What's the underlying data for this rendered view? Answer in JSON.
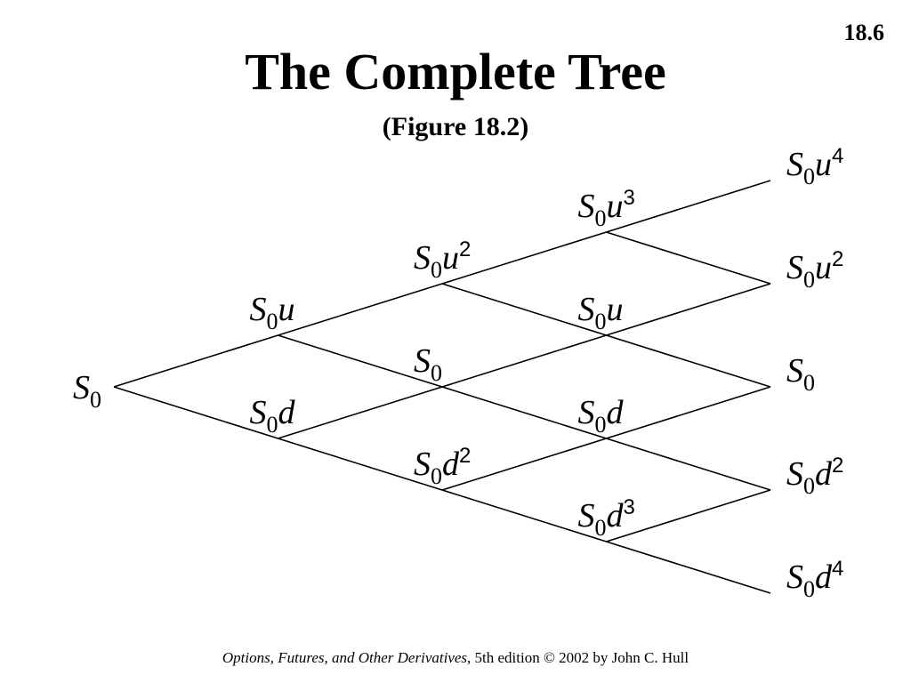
{
  "slide_number": "18.6",
  "title": "The Complete Tree",
  "subtitle": "(Figure 18.2)",
  "tree": {
    "nodes": [
      {
        "id": "n00",
        "step": 0,
        "ups": 0,
        "downs": 0,
        "base": "S",
        "sub": "0",
        "var": "",
        "sup": ""
      },
      {
        "id": "n11",
        "step": 1,
        "ups": 1,
        "downs": 0,
        "base": "S",
        "sub": "0",
        "var": "u",
        "sup": ""
      },
      {
        "id": "n10",
        "step": 1,
        "ups": 0,
        "downs": 1,
        "base": "S",
        "sub": "0",
        "var": "d",
        "sup": ""
      },
      {
        "id": "n22",
        "step": 2,
        "ups": 2,
        "downs": 0,
        "base": "S",
        "sub": "0",
        "var": "u",
        "sup": "2"
      },
      {
        "id": "n21",
        "step": 2,
        "ups": 1,
        "downs": 1,
        "base": "S",
        "sub": "0",
        "var": "",
        "sup": ""
      },
      {
        "id": "n20",
        "step": 2,
        "ups": 0,
        "downs": 2,
        "base": "S",
        "sub": "0",
        "var": "d",
        "sup": "2"
      },
      {
        "id": "n33",
        "step": 3,
        "ups": 3,
        "downs": 0,
        "base": "S",
        "sub": "0",
        "var": "u",
        "sup": "3"
      },
      {
        "id": "n32",
        "step": 3,
        "ups": 2,
        "downs": 1,
        "base": "S",
        "sub": "0",
        "var": "u",
        "sup": ""
      },
      {
        "id": "n31",
        "step": 3,
        "ups": 1,
        "downs": 2,
        "base": "S",
        "sub": "0",
        "var": "d",
        "sup": ""
      },
      {
        "id": "n30",
        "step": 3,
        "ups": 0,
        "downs": 3,
        "base": "S",
        "sub": "0",
        "var": "d",
        "sup": "3"
      },
      {
        "id": "n44",
        "step": 4,
        "ups": 4,
        "downs": 0,
        "base": "S",
        "sub": "0",
        "var": "u",
        "sup": "4"
      },
      {
        "id": "n43",
        "step": 4,
        "ups": 3,
        "downs": 1,
        "base": "S",
        "sub": "0",
        "var": "u",
        "sup": "2"
      },
      {
        "id": "n42",
        "step": 4,
        "ups": 2,
        "downs": 2,
        "base": "S",
        "sub": "0",
        "var": "",
        "sup": ""
      },
      {
        "id": "n41",
        "step": 4,
        "ups": 1,
        "downs": 3,
        "base": "S",
        "sub": "0",
        "var": "d",
        "sup": "2"
      },
      {
        "id": "n40",
        "step": 4,
        "ups": 0,
        "downs": 4,
        "base": "S",
        "sub": "0",
        "var": "d",
        "sup": "4"
      }
    ],
    "edges": [
      [
        "n00",
        "n11"
      ],
      [
        "n00",
        "n10"
      ],
      [
        "n11",
        "n22"
      ],
      [
        "n11",
        "n21"
      ],
      [
        "n10",
        "n21"
      ],
      [
        "n10",
        "n20"
      ],
      [
        "n22",
        "n33"
      ],
      [
        "n22",
        "n32"
      ],
      [
        "n21",
        "n32"
      ],
      [
        "n21",
        "n31"
      ],
      [
        "n20",
        "n31"
      ],
      [
        "n20",
        "n30"
      ],
      [
        "n33",
        "n44"
      ],
      [
        "n33",
        "n43"
      ],
      [
        "n32",
        "n43"
      ],
      [
        "n32",
        "n42"
      ],
      [
        "n31",
        "n42"
      ],
      [
        "n31",
        "n41"
      ],
      [
        "n30",
        "n41"
      ],
      [
        "n30",
        "n40"
      ]
    ]
  },
  "footer": {
    "book_title": "Options, Futures, and Other Derivatives",
    "rest": ", 5th edition  © 2002 by John C. Hull"
  }
}
